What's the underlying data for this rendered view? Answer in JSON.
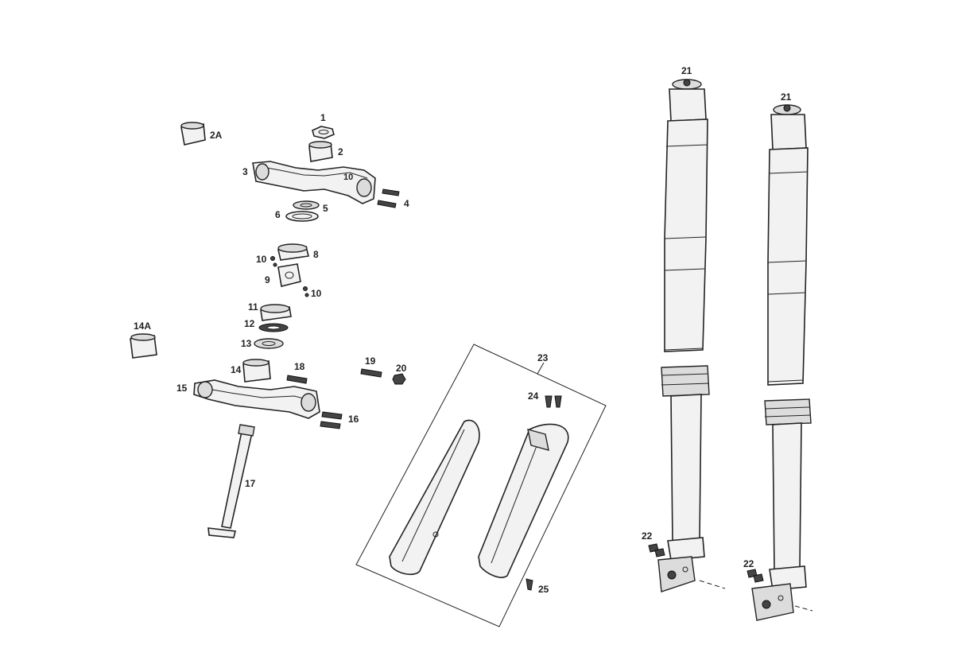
{
  "diagram": {
    "labels": {
      "p1": "1",
      "p2": "2",
      "p2a": "2A",
      "p3": "3",
      "p4": "4",
      "p5": "5",
      "p6": "6",
      "p8": "8",
      "p9": "9",
      "p10a": "10",
      "p10b": "10",
      "p10c": "10",
      "p11": "11",
      "p12": "12",
      "p13": "13",
      "p14": "14",
      "p14a": "14A",
      "p15": "15",
      "p16": "16",
      "p17": "17",
      "p18": "18",
      "p19": "19",
      "p20": "20",
      "p21a": "21",
      "p21b": "21",
      "p22a": "22",
      "p22b": "22",
      "p23": "23",
      "p24": "24",
      "p25": "25"
    }
  }
}
